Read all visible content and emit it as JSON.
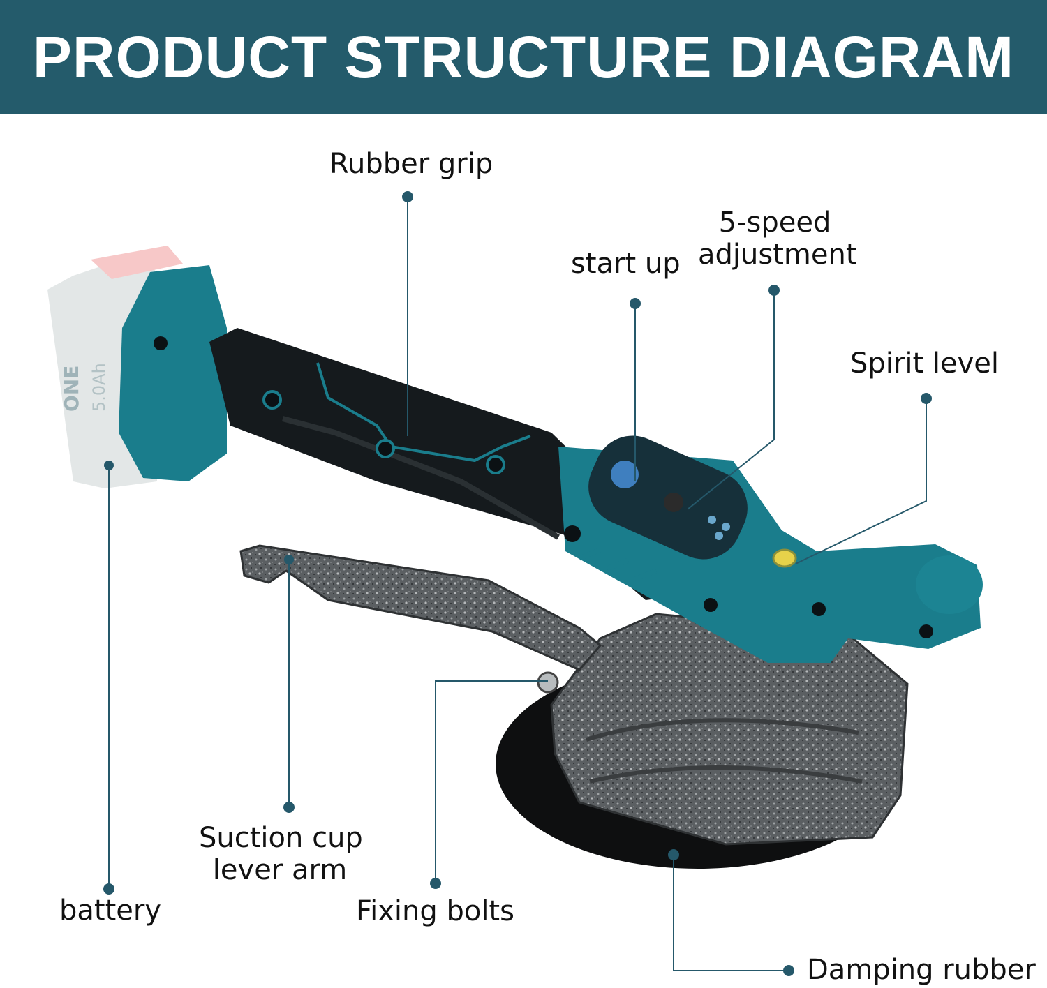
{
  "header": {
    "title": "PRODUCT STRUCTURE DIAGRAM"
  },
  "colors": {
    "banner": "#245b6b",
    "tool_body": "#1a7d8c",
    "grip": "#151a1d",
    "leader": "#25586a",
    "metal": "#5b5f62"
  },
  "battery_text": {
    "brand": "ONE",
    "capacity": "5.0Ah"
  },
  "labels": {
    "rubber_grip": "Rubber grip",
    "start_up": "start up",
    "speed_line1": "5-speed",
    "speed_line2": "adjustment",
    "spirit_level": "Spirit level",
    "battery": "battery",
    "lever_line1": "Suction cup",
    "lever_line2": "lever arm",
    "fixing_bolts": "Fixing bolts",
    "damping_rubber": "Damping rubber"
  }
}
